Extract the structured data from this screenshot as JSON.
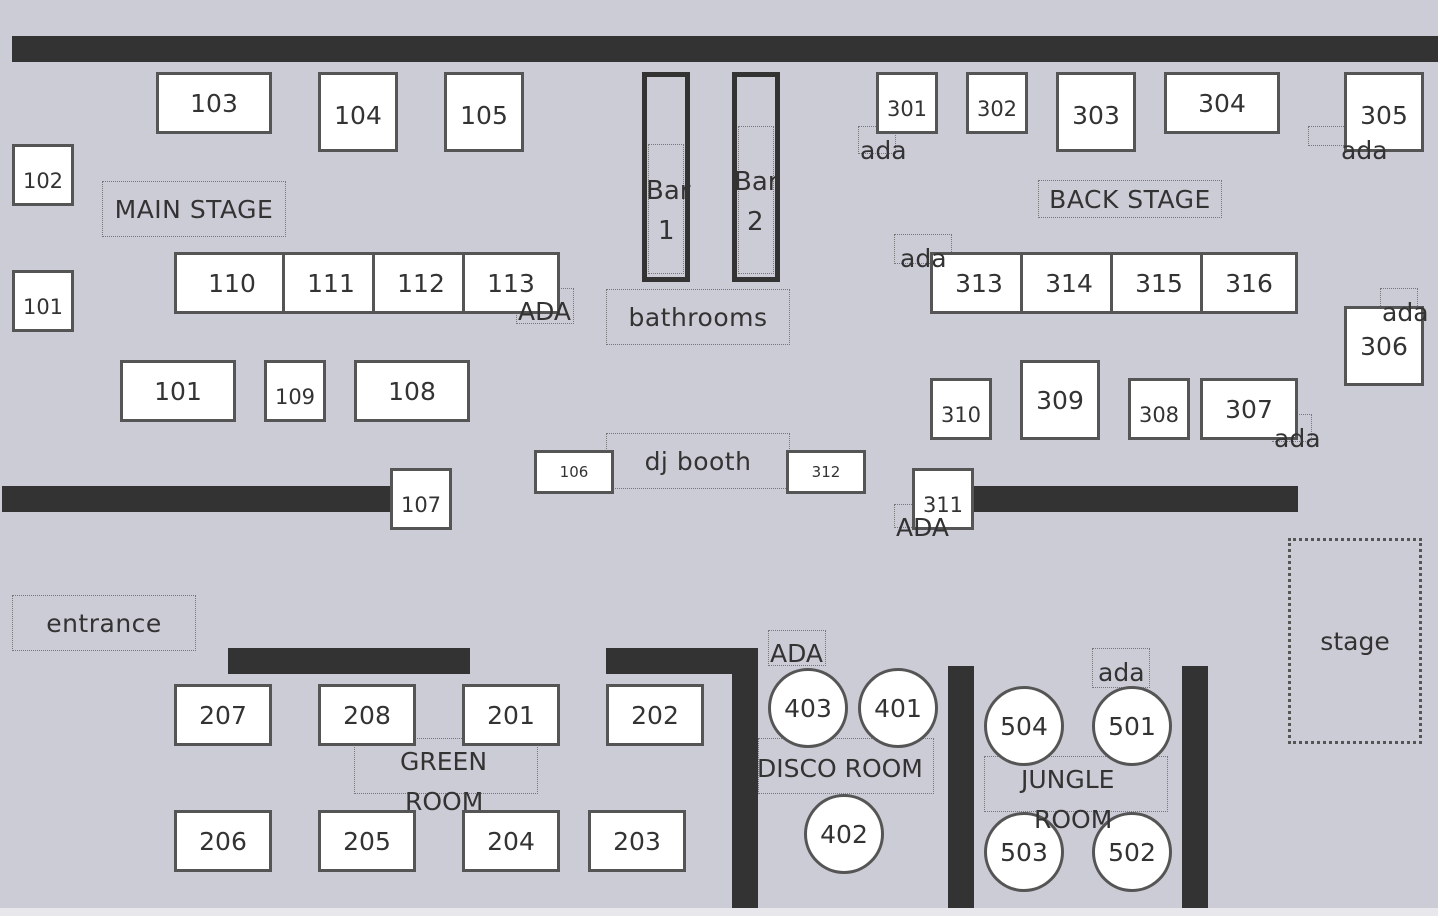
{
  "labels": {
    "main_stage": "MAIN STAGE",
    "back_stage": "BACK STAGE",
    "bathrooms": "bathrooms",
    "dj_booth": "dj booth",
    "entrance": "entrance",
    "stage": "stage",
    "green_room_1": "GREEN",
    "green_room_2": "ROOM",
    "disco_room": "DISCO ROOM",
    "jungle_room_1": "JUNGLE",
    "jungle_room_2": "ROOM"
  },
  "bars": {
    "bar1_a": "Bar",
    "bar1_b": "1",
    "bar2_a": "Bar",
    "bar2_b": "2"
  },
  "ada": {
    "ada_301": "ada",
    "ada_305": "ada",
    "ada_313": "ada",
    "ada_113": "ADA",
    "ada_306": "ada",
    "ada_307": "ada",
    "ada_311": "ADA",
    "ada_403": "ADA",
    "ada_501": "ada"
  },
  "tables": {
    "t103": "103",
    "t104": "104",
    "t105": "105",
    "t301": "301",
    "t302": "302",
    "t303": "303",
    "t304": "304",
    "t305": "305",
    "t102": "102",
    "t101a": "101",
    "t101b": "101",
    "t110": "110",
    "t111": "111",
    "t112": "112",
    "t113": "113",
    "t313": "313",
    "t314": "314",
    "t315": "315",
    "t316": "316",
    "t306": "306",
    "t109": "109",
    "t108": "108",
    "t310": "310",
    "t309": "309",
    "t308": "308",
    "t307": "307",
    "t106": "106",
    "t312": "312",
    "t107": "107",
    "t311": "311",
    "t207": "207",
    "t208": "208",
    "t201": "201",
    "t202": "202",
    "t206": "206",
    "t205": "205",
    "t204": "204",
    "t203": "203",
    "t403": "403",
    "t401": "401",
    "t402": "402",
    "t504": "504",
    "t501": "501",
    "t503": "503",
    "t502": "502"
  }
}
